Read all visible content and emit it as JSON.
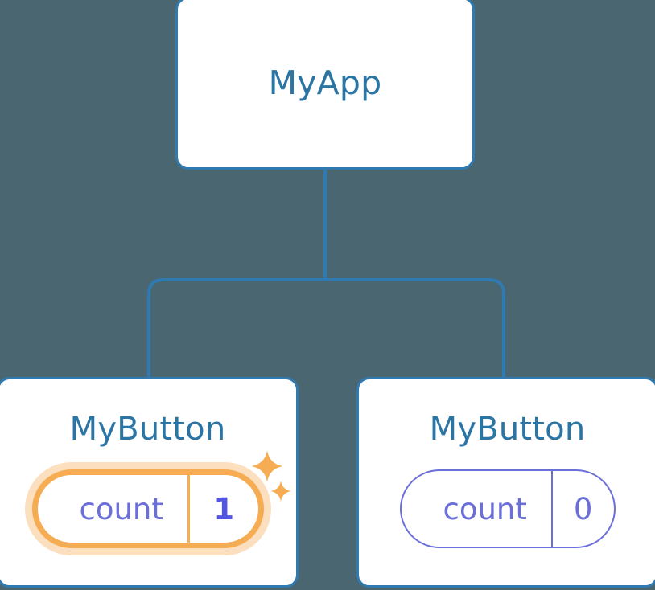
{
  "diagram": {
    "type": "component-tree",
    "background_color": "#4a6670",
    "connector_color": "#2f7ab0",
    "node_border_color": "#2f7ab0",
    "node_fill_color": "#ffffff",
    "title_color": "#2b75a5",
    "state_color": "#6b6fd8",
    "highlight_color": "#f5ac52",
    "highlight_glow_color": "#f6b76e",
    "highlight_value_color": "#5155e0"
  },
  "root": {
    "title": "MyApp"
  },
  "children": [
    {
      "title": "MyButton",
      "state_key": "count",
      "state_value": "1",
      "highlighted": true,
      "sparkle_icons": [
        "sparkle-large-icon",
        "sparkle-small-icon"
      ]
    },
    {
      "title": "MyButton",
      "state_key": "count",
      "state_value": "0",
      "highlighted": false,
      "sparkle_icons": []
    }
  ]
}
